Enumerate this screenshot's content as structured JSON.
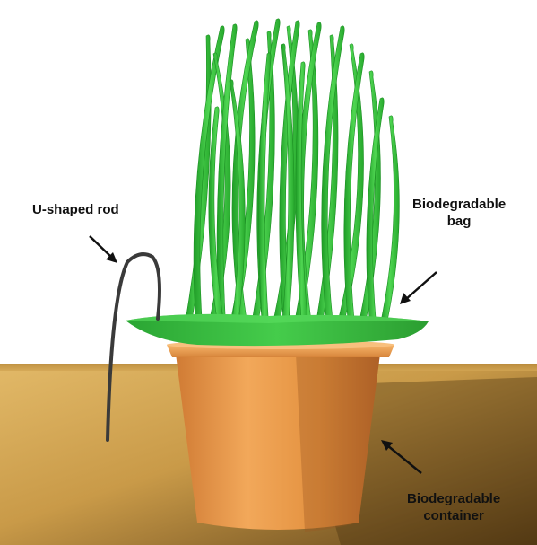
{
  "labels": {
    "rod": "U-shaped rod",
    "bag_line1": "Biodegradable",
    "bag_line2": "bag",
    "container_line1": "Biodegradable",
    "container_line2": "container"
  },
  "colors": {
    "background": "#ffffff",
    "soil_light": "#d9ad5c",
    "soil_dark": "#6e4e1d",
    "pot": "#e89a4a",
    "pot_shadow": "#c3702b",
    "grass": "#35c93a",
    "grass_dark": "#1e9a25",
    "bag": "#3cc043",
    "rod": "#3a3a3a",
    "arrow": "#111111"
  },
  "icons": {
    "rod_arrow": "arrow-down-right-icon",
    "bag_arrow": "arrow-down-left-icon",
    "container_arrow": "arrow-up-left-icon"
  }
}
